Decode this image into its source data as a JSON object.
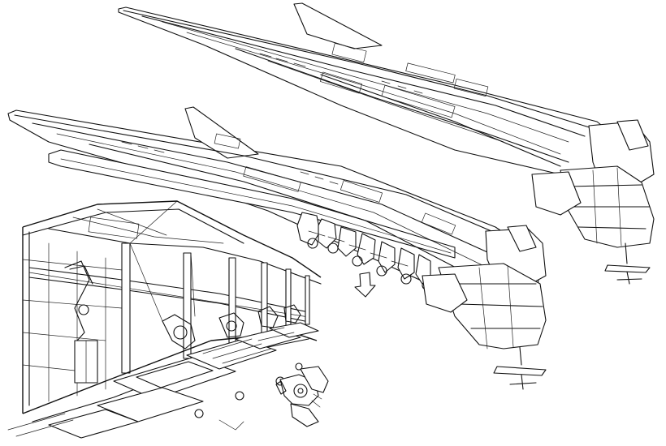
{
  "illustration": {
    "style": "monochrome line-art mechanical drawing",
    "stroke_color": "#111111",
    "background_color": "#ffffff",
    "subjects": [
      "upper-ship",
      "lower-ship",
      "hangar-interior",
      "detached-machine-part",
      "drop-arrow"
    ]
  }
}
